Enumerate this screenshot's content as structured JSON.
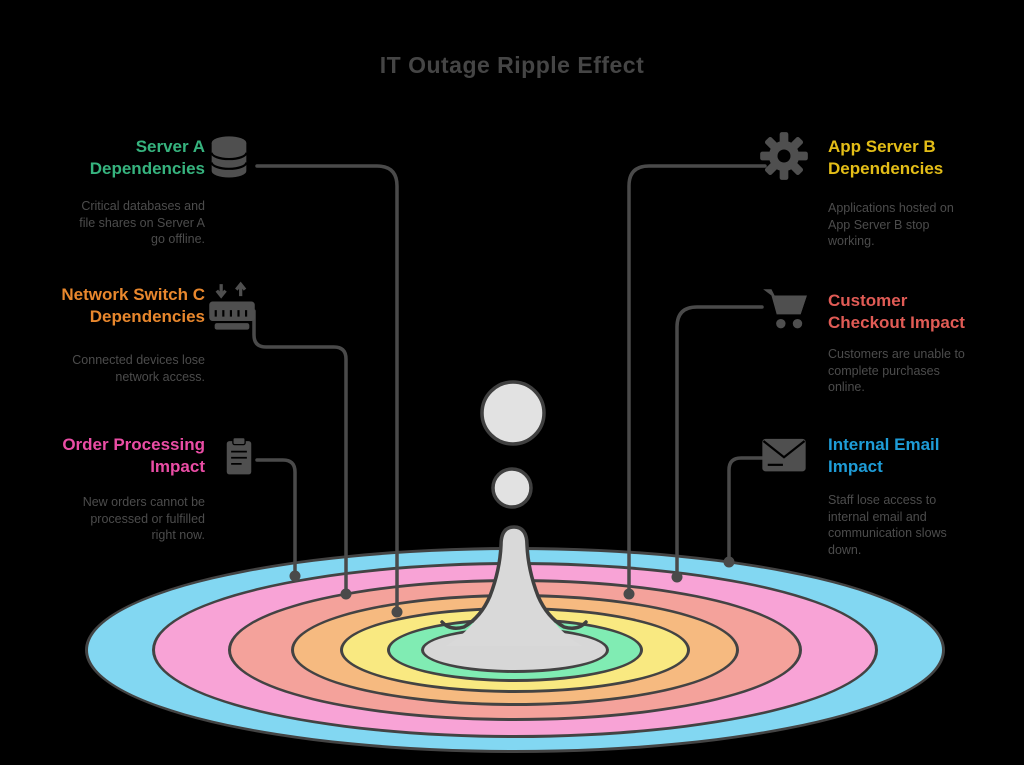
{
  "title": "IT Outage Ripple Effect",
  "left_labels": [
    {
      "title_lines": [
        "Server A",
        "Dependencies"
      ],
      "title_color": "#36b37e",
      "icon": "database-icon",
      "desc_lines": [
        "Critical databases and",
        "file shares on Server A",
        "go offline."
      ],
      "ring": "green"
    },
    {
      "title_lines": [
        "Network Switch C",
        "Dependencies"
      ],
      "title_color": "#e8872d",
      "icon": "network-switch-icon",
      "desc_lines": [
        "Connected devices lose",
        "network access."
      ],
      "ring": "orange"
    },
    {
      "title_lines": [
        "Order Processing",
        "Impact"
      ],
      "title_color": "#ea4da5",
      "icon": "clipboard-icon",
      "desc_lines": [
        "New orders cannot be",
        "processed or fulfilled",
        "right now."
      ],
      "ring": "pink"
    }
  ],
  "right_labels": [
    {
      "title_lines": [
        "App Server B",
        "Dependencies"
      ],
      "title_color": "#e3bd17",
      "icon": "gear-icon",
      "desc_lines": [
        "Applications hosted on",
        "App Server B stop",
        "working."
      ],
      "ring": "yellow"
    },
    {
      "title_lines": [
        "Customer",
        "Checkout Impact"
      ],
      "title_color": "#e05b55",
      "icon": "cart-icon",
      "desc_lines": [
        "Customers are unable to",
        "complete purchases",
        "online."
      ],
      "ring": "salmon"
    },
    {
      "title_lines": [
        "Internal Email",
        "Impact"
      ],
      "title_color": "#1e9cd7",
      "icon": "envelope-icon",
      "desc_lines": [
        "Staff lose access to",
        "internal email and",
        "communication slows",
        "down."
      ],
      "ring": "blue"
    }
  ],
  "rings": [
    {
      "name": "blue",
      "color": "#82d7f2"
    },
    {
      "name": "pink",
      "color": "#f8a3d6"
    },
    {
      "name": "salmon",
      "color": "#f4a29b"
    },
    {
      "name": "orange",
      "color": "#f6ba80"
    },
    {
      "name": "yellow",
      "color": "#f9e981"
    },
    {
      "name": "green",
      "color": "#80ecb3"
    },
    {
      "name": "pool",
      "color": "#d7d7d7"
    }
  ],
  "splash": {
    "fill": "#d9d9d9",
    "outline": "#404040"
  },
  "connector_color": "#4a4a4a"
}
